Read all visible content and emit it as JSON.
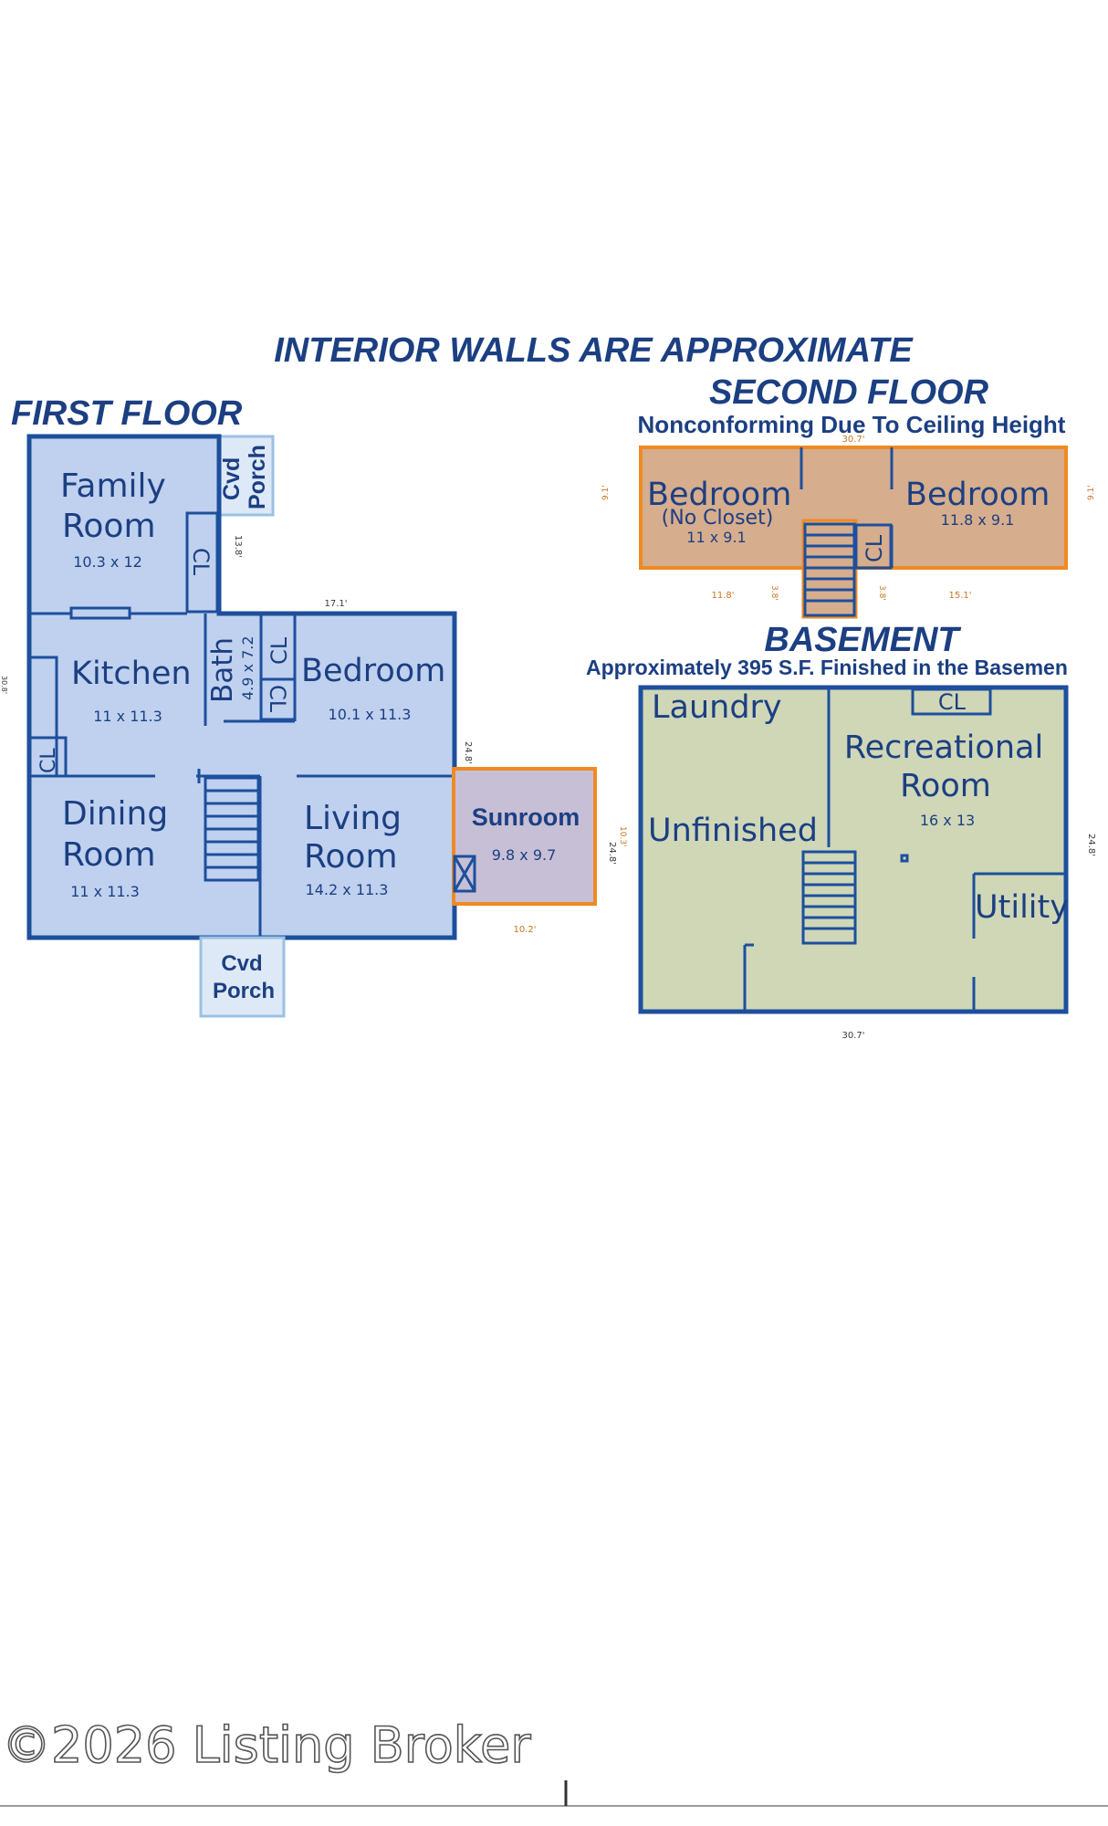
{
  "title": "INTERIOR WALLS ARE APPROXIMATE",
  "first_floor": {
    "heading": "FIRST FLOOR",
    "rooms": {
      "family_room": {
        "line1": "Family",
        "line2": "Room",
        "dims": "10.3 x 12"
      },
      "kitchen": {
        "name": "Kitchen",
        "dims": "11 x 11.3"
      },
      "bath": {
        "name": "Bath",
        "dims": "4.9 x 7.2"
      },
      "bedroom": {
        "name": "Bedroom",
        "dims": "10.1 x 11.3"
      },
      "dining_room": {
        "line1": "Dining",
        "line2": "Room",
        "dims": "11 x 11.3"
      },
      "living_room": {
        "line1": "Living",
        "line2": "Room",
        "dims": "14.2 x 11.3"
      },
      "sunroom": {
        "name": "Sunroom",
        "dims": "9.8 x 9.7"
      }
    },
    "closet_label": "CL",
    "porch_label_1": "Cvd",
    "porch_label_2": "Porch",
    "measurements": {
      "top": "17.1'",
      "side_a": "13.8'",
      "side_b": "24.8'",
      "left": "30.8'",
      "sunroom_bottom": "10.2'",
      "sunroom_right": "24.8'",
      "sunroom_inner": "10.3'"
    }
  },
  "second_floor": {
    "heading": "SECOND FLOOR",
    "note": "Nonconforming Due To Ceiling Height",
    "bedroom_left": {
      "name": "Bedroom",
      "note": "(No Closet)",
      "dims": "11 x 9.1"
    },
    "bedroom_right": {
      "name": "Bedroom",
      "dims": "11.8 x 9.1"
    },
    "closet_label": "CL",
    "measurements": {
      "top": "30.7'",
      "left": "9.1'",
      "right": "9.1'",
      "b1": "11.8'",
      "b2": "3.8'",
      "b3": "3.8'",
      "b4": "15.1'"
    }
  },
  "basement": {
    "heading": "BASEMENT",
    "note": "Approximately 395 S.F. Finished in the Basemen",
    "laundry": "Laundry",
    "unfinished": "Unfinished",
    "recreational": {
      "line1": "Recreational",
      "line2": "Room",
      "dims": "16 x 13"
    },
    "utility": "Utility",
    "closet_label": "CL",
    "measurements": {
      "bottom": "30.7'",
      "right": "24.8'"
    }
  },
  "watermark": "©2026 Listing Broker",
  "colors": {
    "blue_fill": "#bfd1ef",
    "blue_wall": "#1d4f9c",
    "orange_fill": "#d6ad8d",
    "orange_wall": "#ef8a22",
    "green_fill": "#cfd7b7",
    "sunroom_fill": "#c7bfd6",
    "porch_fill": "#dde9f7",
    "porch_wall": "#9cc0e4",
    "text": "#1c3f82"
  }
}
